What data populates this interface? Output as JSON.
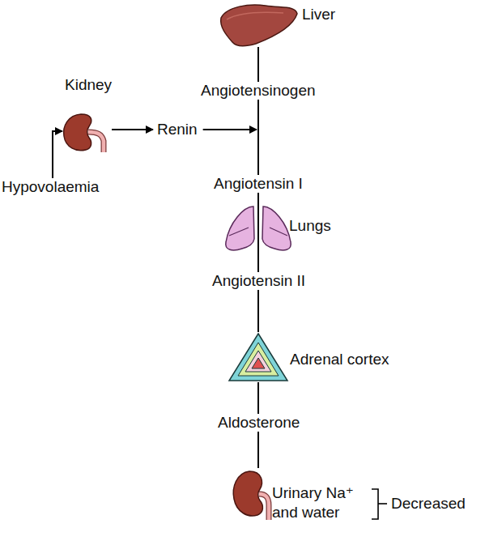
{
  "diagram": {
    "nodes": [
      {
        "text": [
          "Liver"
        ]
      },
      {
        "text": [
          "Angiotensinogen"
        ]
      },
      {
        "text": [
          "Kidney"
        ]
      },
      {
        "text": [
          "Hypovolaemia"
        ]
      },
      {
        "text": [
          "Renin"
        ]
      },
      {
        "text": [
          "Angiotensin I"
        ]
      },
      {
        "text": [
          "Lungs"
        ]
      },
      {
        "text": [
          "Angiotensin II"
        ]
      },
      {
        "text": [
          "Adrenal cortex"
        ]
      },
      {
        "text": [
          "Aldosterone"
        ]
      },
      {
        "text": [
          "Urinary Na⁺ and water"
        ]
      }
    ],
    "edges": [
      {
        "from": 0,
        "to": 1,
        "arrow": "none"
      },
      {
        "from": 3,
        "to": 2,
        "arrow": "to"
      },
      {
        "from": 2,
        "to": 4,
        "arrow": "to"
      },
      {
        "from": 4,
        "to": 5,
        "arrow": "to"
      },
      {
        "from": 1,
        "to": 5,
        "arrow": "none"
      },
      {
        "from": 5,
        "to": 6,
        "arrow": "none"
      },
      {
        "from": 6,
        "to": 7,
        "arrow": "none"
      },
      {
        "from": 7,
        "to": 8,
        "arrow": "none"
      },
      {
        "from": 8,
        "to": 9,
        "arrow": "none"
      },
      {
        "from": 9,
        "to": 10,
        "arrow": "none"
      }
    ],
    "labels": [
      "Decreased"
    ]
  }
}
